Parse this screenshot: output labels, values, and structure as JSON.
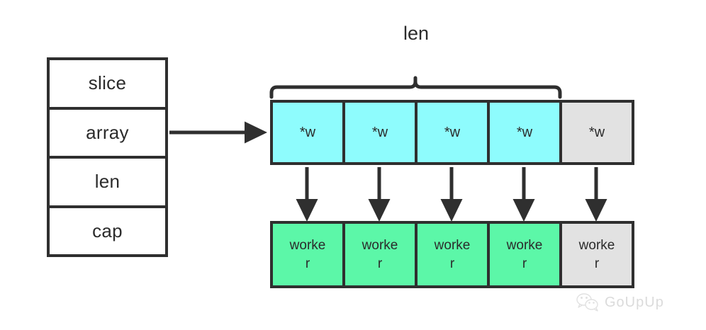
{
  "diagram": {
    "title_label": "len",
    "slice_struct": {
      "name": "slice-header",
      "rows": [
        {
          "label": "slice"
        },
        {
          "label": "array"
        },
        {
          "label": "len"
        },
        {
          "label": "cap"
        }
      ]
    },
    "array_row": {
      "cells": [
        {
          "label": "*w",
          "state": "active"
        },
        {
          "label": "*w",
          "state": "active"
        },
        {
          "label": "*w",
          "state": "active"
        },
        {
          "label": "*w",
          "state": "active"
        },
        {
          "label": "*w",
          "state": "inactive"
        }
      ]
    },
    "worker_row": {
      "cells": [
        {
          "label": "worker",
          "state": "active"
        },
        {
          "label": "worker",
          "state": "active"
        },
        {
          "label": "worker",
          "state": "active"
        },
        {
          "label": "worker",
          "state": "active"
        },
        {
          "label": "worker",
          "state": "inactive"
        }
      ]
    },
    "connectors": {
      "array_pointer": "arrow-from-array-field-to-backing-array",
      "cell_pointers": "arrow-from-pointer-cell-to-worker",
      "len_brace": "curly-brace-spanning-first-four-cells"
    },
    "colors": {
      "stroke": "#2f2f2f",
      "pointer_active": "#8efcfd",
      "pointer_inactive": "#e2e2e2",
      "worker_active": "#5cf7a8",
      "worker_inactive": "#e2e2e2",
      "background": "#ffffff",
      "watermark": "#bfbfbf"
    }
  },
  "watermark": {
    "text": "GoUpUp",
    "icon": "wechat-icon"
  }
}
